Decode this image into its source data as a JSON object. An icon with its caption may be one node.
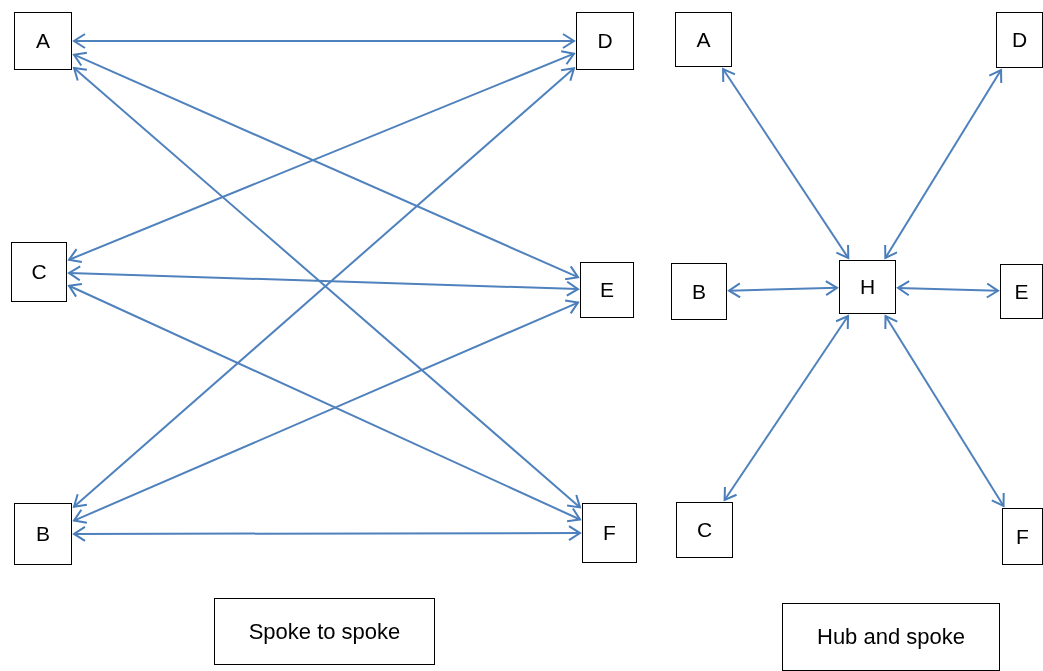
{
  "diagram": {
    "nodes": [
      {
        "text": [
          "A"
        ]
      },
      {
        "text": [
          "D"
        ]
      },
      {
        "text": [
          "C"
        ]
      },
      {
        "text": [
          "E"
        ]
      },
      {
        "text": [
          "B"
        ]
      },
      {
        "text": [
          "F"
        ]
      },
      {
        "text": [
          "A"
        ]
      },
      {
        "text": [
          "D"
        ]
      },
      {
        "text": [
          "B"
        ]
      },
      {
        "text": [
          "H"
        ]
      },
      {
        "text": [
          "E"
        ]
      },
      {
        "text": [
          "C"
        ]
      },
      {
        "text": [
          "F"
        ]
      },
      {
        "text": [
          "Spoke to spoke"
        ]
      },
      {
        "text": [
          "Hub and spoke"
        ]
      }
    ],
    "edges": [
      {
        "from": 0,
        "to": 1,
        "arrow": "both"
      },
      {
        "from": 0,
        "to": 3,
        "arrow": "both"
      },
      {
        "from": 0,
        "to": 5,
        "arrow": "both"
      },
      {
        "from": 2,
        "to": 1,
        "arrow": "both"
      },
      {
        "from": 2,
        "to": 3,
        "arrow": "both"
      },
      {
        "from": 2,
        "to": 5,
        "arrow": "both"
      },
      {
        "from": 4,
        "to": 1,
        "arrow": "both"
      },
      {
        "from": 4,
        "to": 3,
        "arrow": "both"
      },
      {
        "from": 4,
        "to": 5,
        "arrow": "both"
      },
      {
        "from": 6,
        "to": 9,
        "arrow": "both"
      },
      {
        "from": 7,
        "to": 9,
        "arrow": "both"
      },
      {
        "from": 8,
        "to": 9,
        "arrow": "both"
      },
      {
        "from": 10,
        "to": 9,
        "arrow": "both"
      },
      {
        "from": 11,
        "to": 9,
        "arrow": "both"
      },
      {
        "from": 12,
        "to": 9,
        "arrow": "both"
      }
    ]
  }
}
